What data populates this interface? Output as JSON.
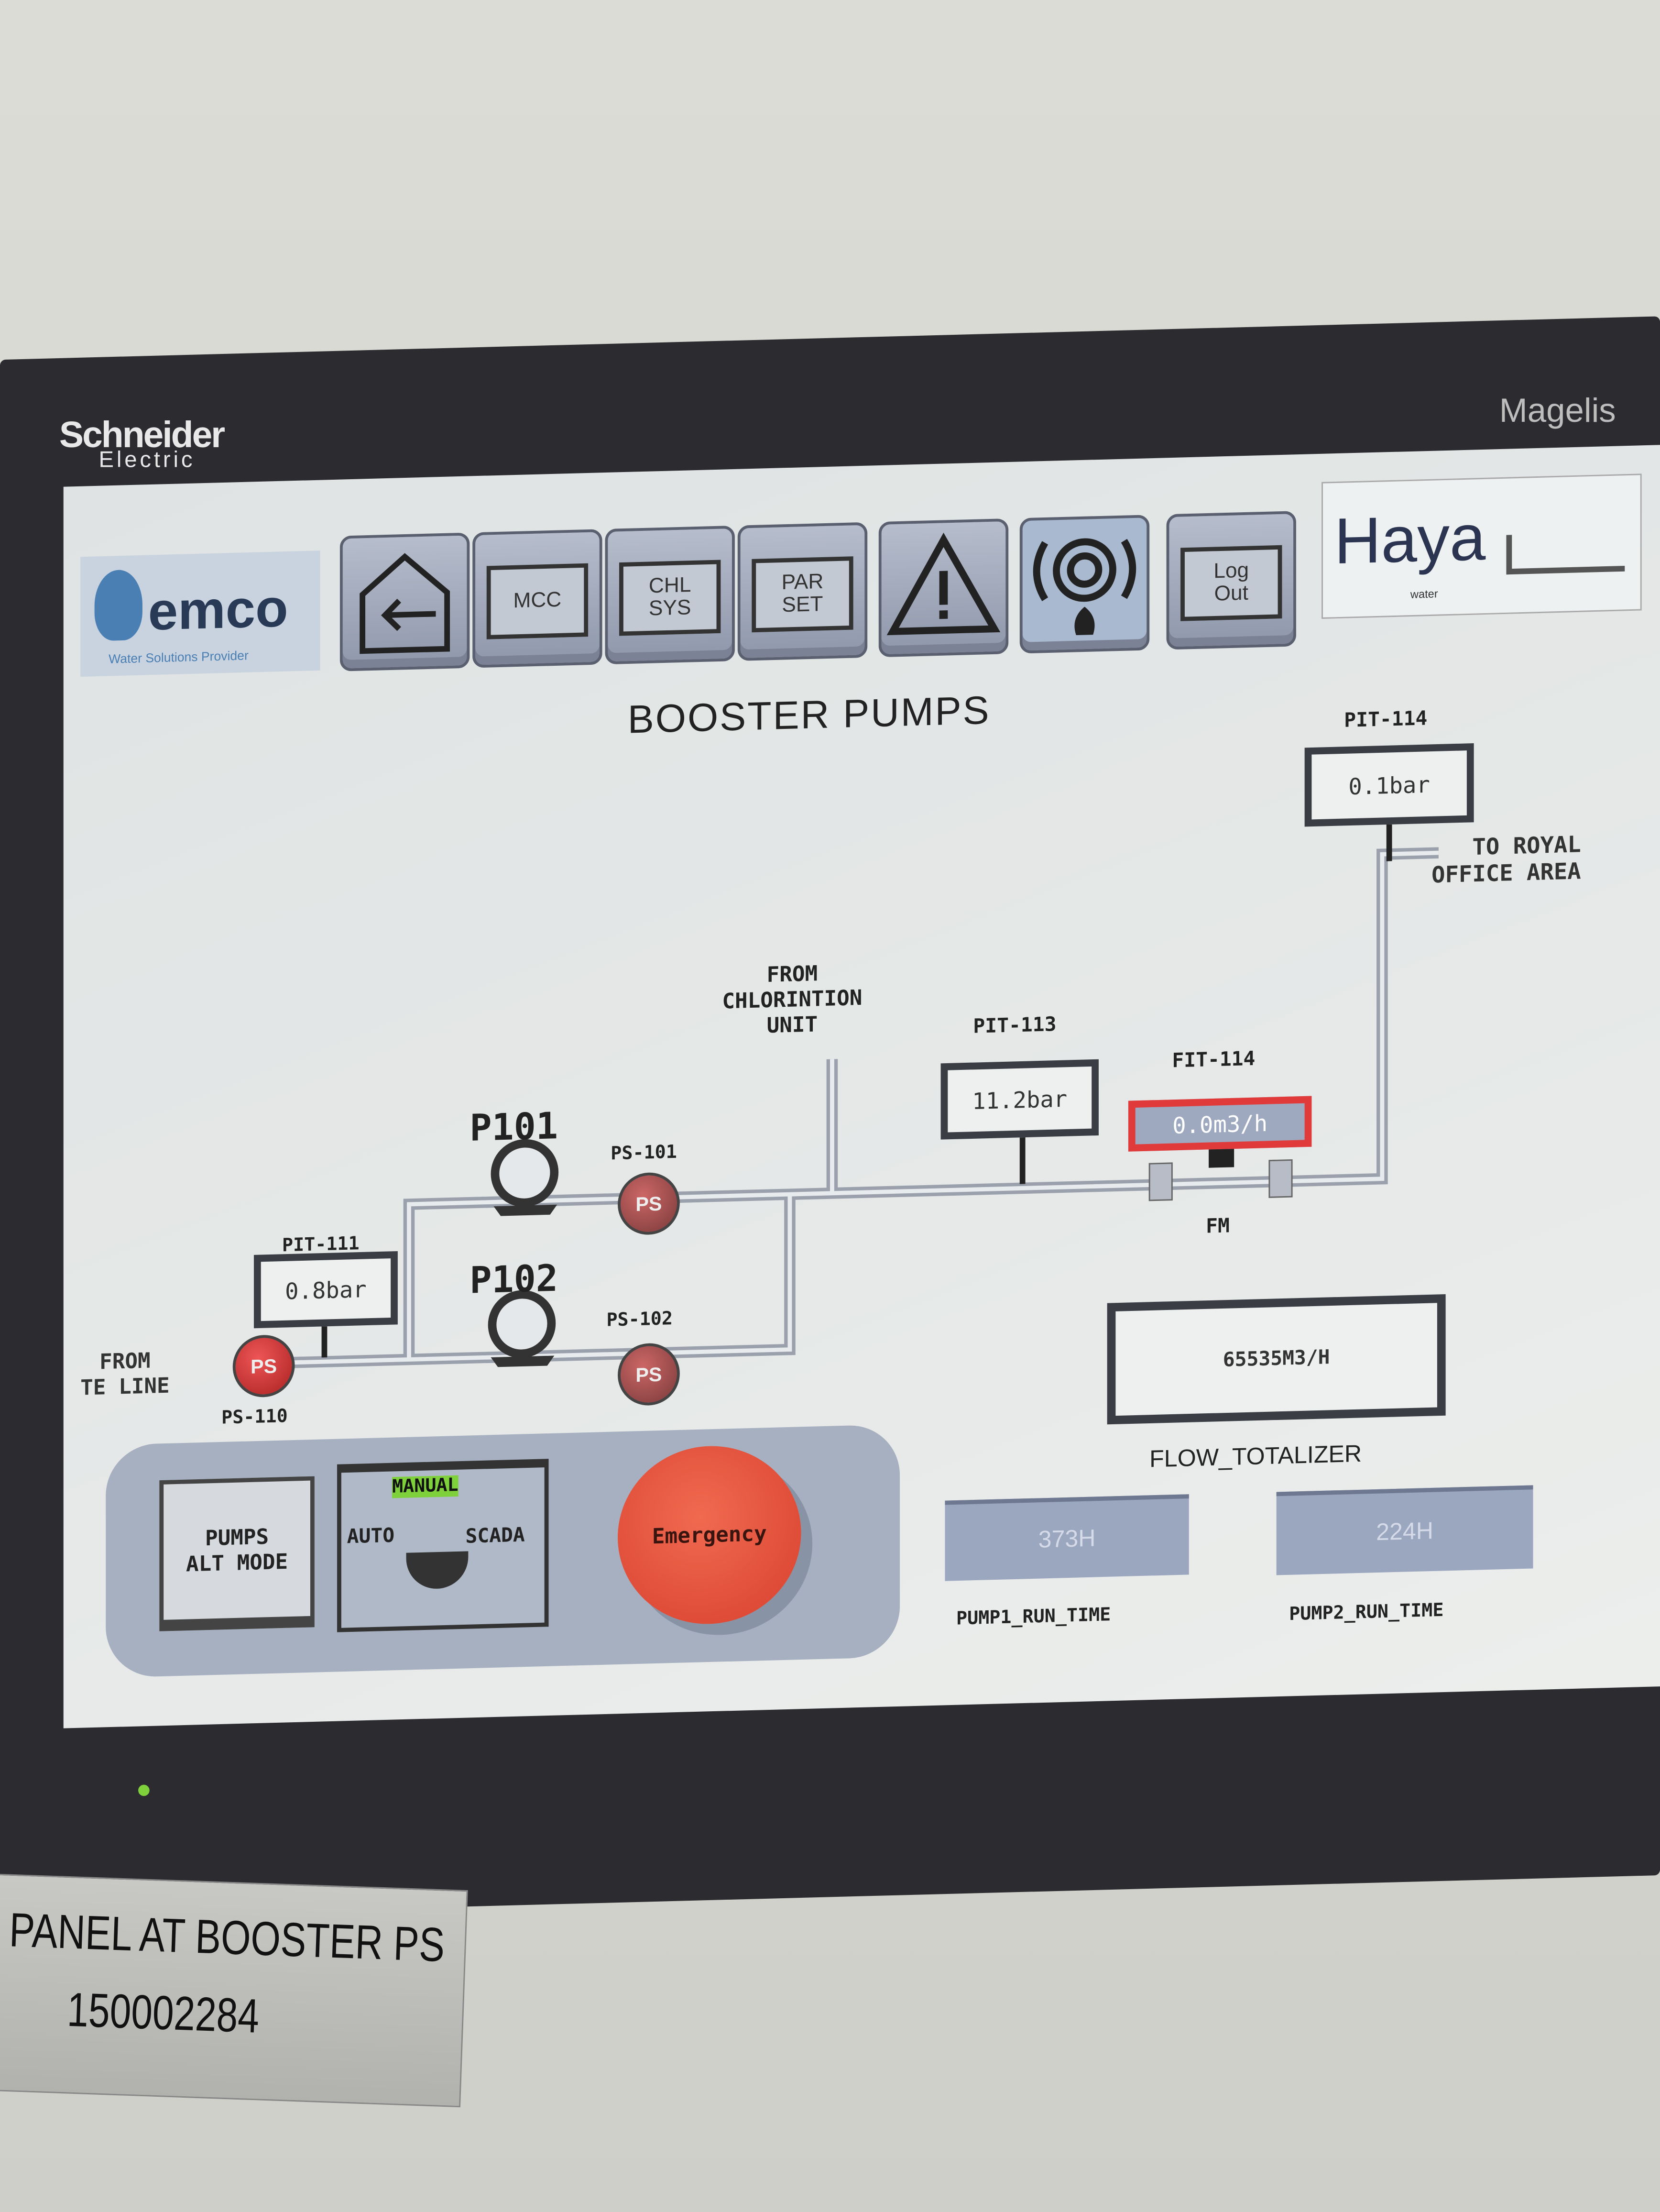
{
  "bezel": {
    "brand": "Schneider",
    "brand_sub": "Electric",
    "model": "Magelis",
    "status_led_color": "#7fd13b"
  },
  "toolbar": {
    "emco_logo": "emco",
    "emco_tagline": "Water Solutions Provider",
    "home_icon": "home-back-icon",
    "mcc": "MCC",
    "chl_sys": "CHL\nSYS",
    "par_set": "PAR\nSET",
    "alarm_icon": "warning-triangle-icon",
    "fire_alarm_icon": "fire-alarm-icon",
    "logout": "Log\nOut",
    "haya_logo": "Haya",
    "haya_sub": "water"
  },
  "page_title": "BOOSTER PUMPS",
  "instruments": {
    "pit114": {
      "label": "PIT-114",
      "value": "0.1bar"
    },
    "pit113": {
      "label": "PIT-113",
      "value": "11.2bar"
    },
    "fit114": {
      "label": "FIT-114",
      "value": "0.0m3/h",
      "alarm_color": "#e03a3a"
    },
    "pit111": {
      "label": "PIT-111",
      "value": "0.8bar"
    },
    "fm": "FM"
  },
  "flow_labels": {
    "to_royal": "TO ROYAL\nOFFICE AREA",
    "from_chlor": "FROM\nCHLORINTION\nUNIT",
    "from_te": "FROM\nTE LINE"
  },
  "pumps": {
    "p101": "P101",
    "p102": "P102"
  },
  "pressure_switches": {
    "ps101": "PS-101",
    "ps102": "PS-102",
    "ps110": "PS-110",
    "glyph": "PS"
  },
  "flow_total": {
    "value": "65535M3/H",
    "label": "FLOW_TOTALIZER"
  },
  "controls": {
    "alt_mode": "PUMPS\nALT MODE",
    "mode_active": "MANUAL",
    "mode_auto": "AUTO",
    "mode_scada": "SCADA",
    "emergency": "Emergency"
  },
  "run_times": {
    "pump1_value": "373H",
    "pump1_label": "PUMP1_RUN_TIME",
    "pump2_value": "224H",
    "pump2_label": "PUMP2_RUN_TIME"
  },
  "plate": {
    "line1": "PANEL AT BOOSTER PS",
    "line2": "150002284"
  }
}
